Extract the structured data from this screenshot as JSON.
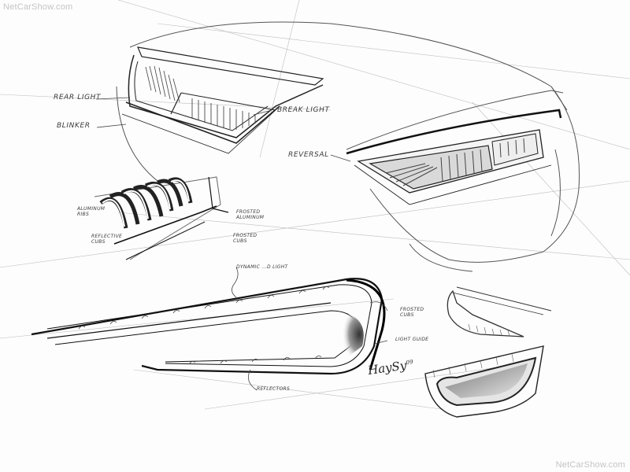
{
  "watermarks": {
    "top_left": "NetCarShow.com",
    "bottom_right": "NetCarShow.com"
  },
  "sketch": {
    "subject": "Rear light design sketches",
    "labels": {
      "rear_light": "Rear light",
      "blinker": "Blinker",
      "break_light": "Break light",
      "reverse": "Reversal",
      "aluminum_ribs": "Aluminum ribs",
      "reflective_cubs": "Reflective cubs",
      "frosted_aluminum": "Frosted aluminum",
      "frosted_cubs_top": "Frosted cubs",
      "dynamic_signal_light": "Dynamic ...d light",
      "frosted_cubs": "Frosted cubs",
      "light_guide": "Light guide",
      "reflectors": "Reflectors"
    },
    "signature": "HaySy",
    "signature_year": "09"
  },
  "colors": {
    "background": "#fdfdfd",
    "ink": "#2a2a2a",
    "shade": "#555555",
    "watermark": "#c4c4c4"
  }
}
